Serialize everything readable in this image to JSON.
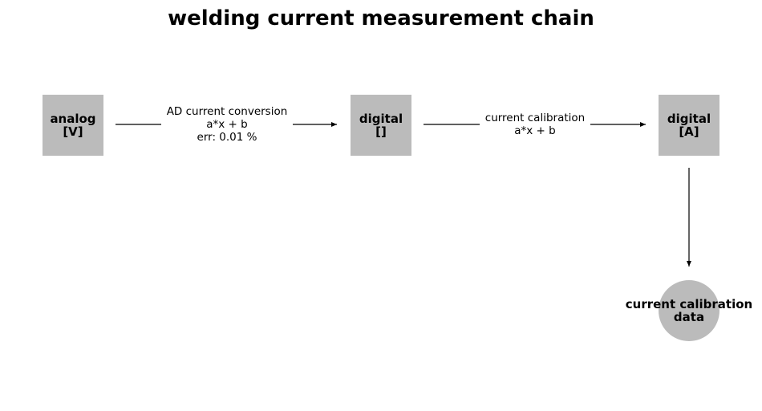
{
  "title": "welding current measurement chain",
  "nodes": {
    "analog": {
      "label": "analog\n[V]"
    },
    "digital_raw": {
      "label": "digital\n[]"
    },
    "digital_a": {
      "label": "digital\n[A]"
    },
    "calib_data": {
      "label": "current calibration\ndata"
    }
  },
  "edges": {
    "ad_conversion": {
      "label": "AD current conversion\na*x + b\nerr: 0.01 %"
    },
    "current_calibration": {
      "label": "current calibration\na*x + b"
    }
  },
  "colors": {
    "node_fill": "#bbbbbb",
    "edge": "#000000"
  }
}
